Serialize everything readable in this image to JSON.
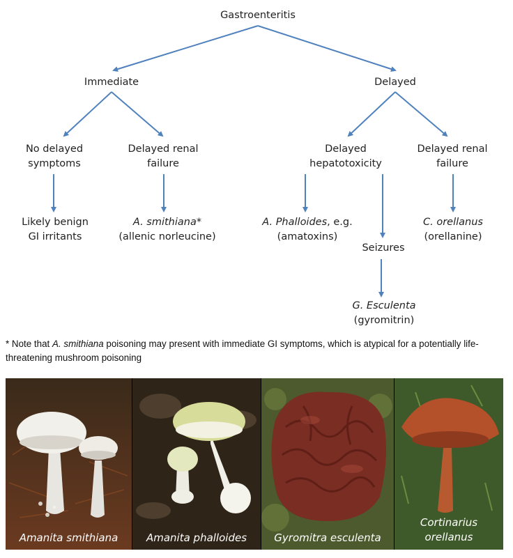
{
  "diagram": {
    "root": "Gastroenteritis",
    "immediate": "Immediate",
    "delayed": "Delayed",
    "no_delayed": [
      "No delayed",
      "symptoms"
    ],
    "delayed_renal_a": [
      "Delayed renal",
      "failure"
    ],
    "delayed_hepatotoxicity": [
      "Delayed",
      "hepatotoxicity"
    ],
    "delayed_renal_b": [
      "Delayed renal",
      "failure"
    ],
    "likely_benign": [
      "Likely benign",
      "GI irritants"
    ],
    "smithiana": {
      "name": "A. smithiana",
      "mark": "*",
      "toxin": "(allenic norleucine)"
    },
    "phalloides": {
      "name": "A. Phalloides",
      "suffix": ", e.g.",
      "toxin": "(amatoxins)"
    },
    "orellanus": {
      "name": "C. orellanus",
      "toxin": "(orellanine)"
    },
    "seizures": "Seizures",
    "esculenta": {
      "name": "G. Esculenta",
      "toxin": "(gyromitrin)"
    }
  },
  "note": {
    "prefix": "* Note that ",
    "species": "A. smithiana",
    "rest": " poisoning may present with immediate GI symptoms, which is atypical for a potentially life-threatening mushroom poisoning"
  },
  "photos": [
    {
      "caption": "Amanita smithiana"
    },
    {
      "caption": "Amanita phalloides"
    },
    {
      "caption": "Gyromitra esculenta"
    },
    {
      "caption_lines": [
        "Cortinarius",
        "orellanus"
      ]
    }
  ],
  "colors": {
    "arrow": "#4f81bd",
    "text": "#222222"
  }
}
